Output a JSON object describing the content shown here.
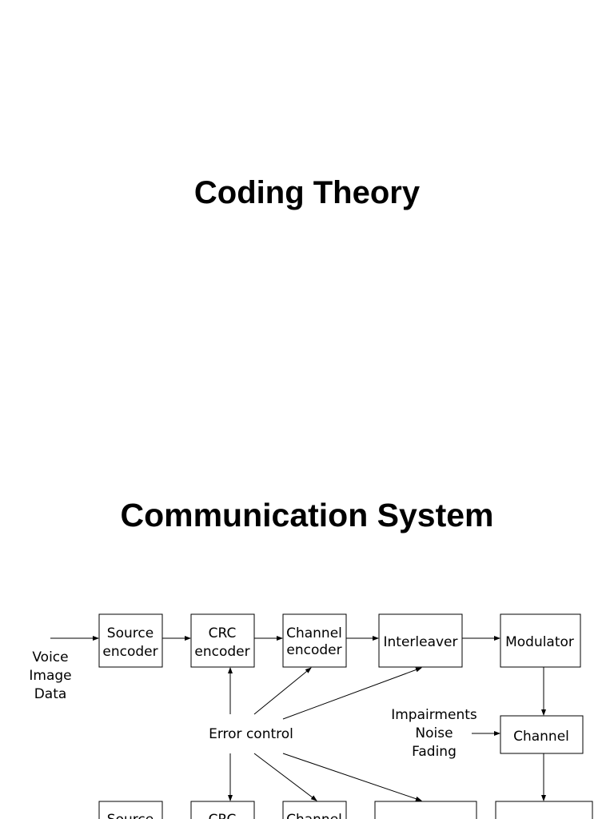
{
  "slide1": {
    "title": "Coding Theory"
  },
  "slide2": {
    "title": "Communication System",
    "input_labels": [
      "Voice",
      "Image",
      "Data"
    ],
    "blocks": {
      "source_encoder": [
        "Source",
        "encoder"
      ],
      "crc_encoder": [
        "CRC",
        "encoder"
      ],
      "channel_encoder": [
        "Channel",
        "encoder"
      ],
      "interleaver": "Interleaver",
      "modulator": "Modulator",
      "channel": "Channel"
    },
    "error_control": "Error control",
    "impairments": [
      "Impairments",
      "Noise",
      "Fading"
    ],
    "bottom_blocks": [
      "Source",
      "CRC",
      "Channel"
    ]
  }
}
